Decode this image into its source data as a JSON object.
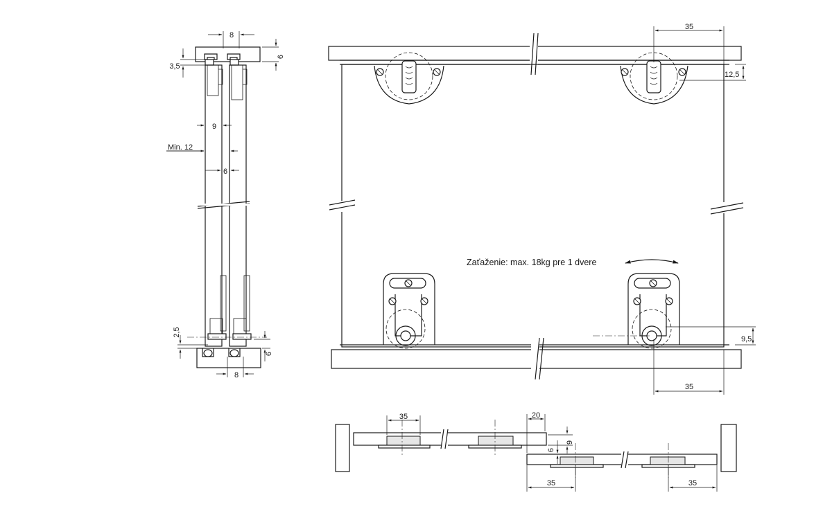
{
  "note": "Zaťaženie: max. 18kg pre 1 dvere",
  "section": {
    "top_width": "8",
    "top_height": "6",
    "top_offset": "3,5",
    "gap": "9",
    "min": "Min. 12",
    "door": "6",
    "bottom_offset": "2,5",
    "bottom_height": "6",
    "bottom_width": "8"
  },
  "front": {
    "top_spacing": "35",
    "top_depth": "12,5",
    "bottom_height": "9,5",
    "bottom_spacing": "35"
  },
  "plan": {
    "left_spacing": "35",
    "overlap": "20",
    "gap_v": "9",
    "offset_v": "6",
    "bottom_left": "35",
    "bottom_right": "35"
  }
}
